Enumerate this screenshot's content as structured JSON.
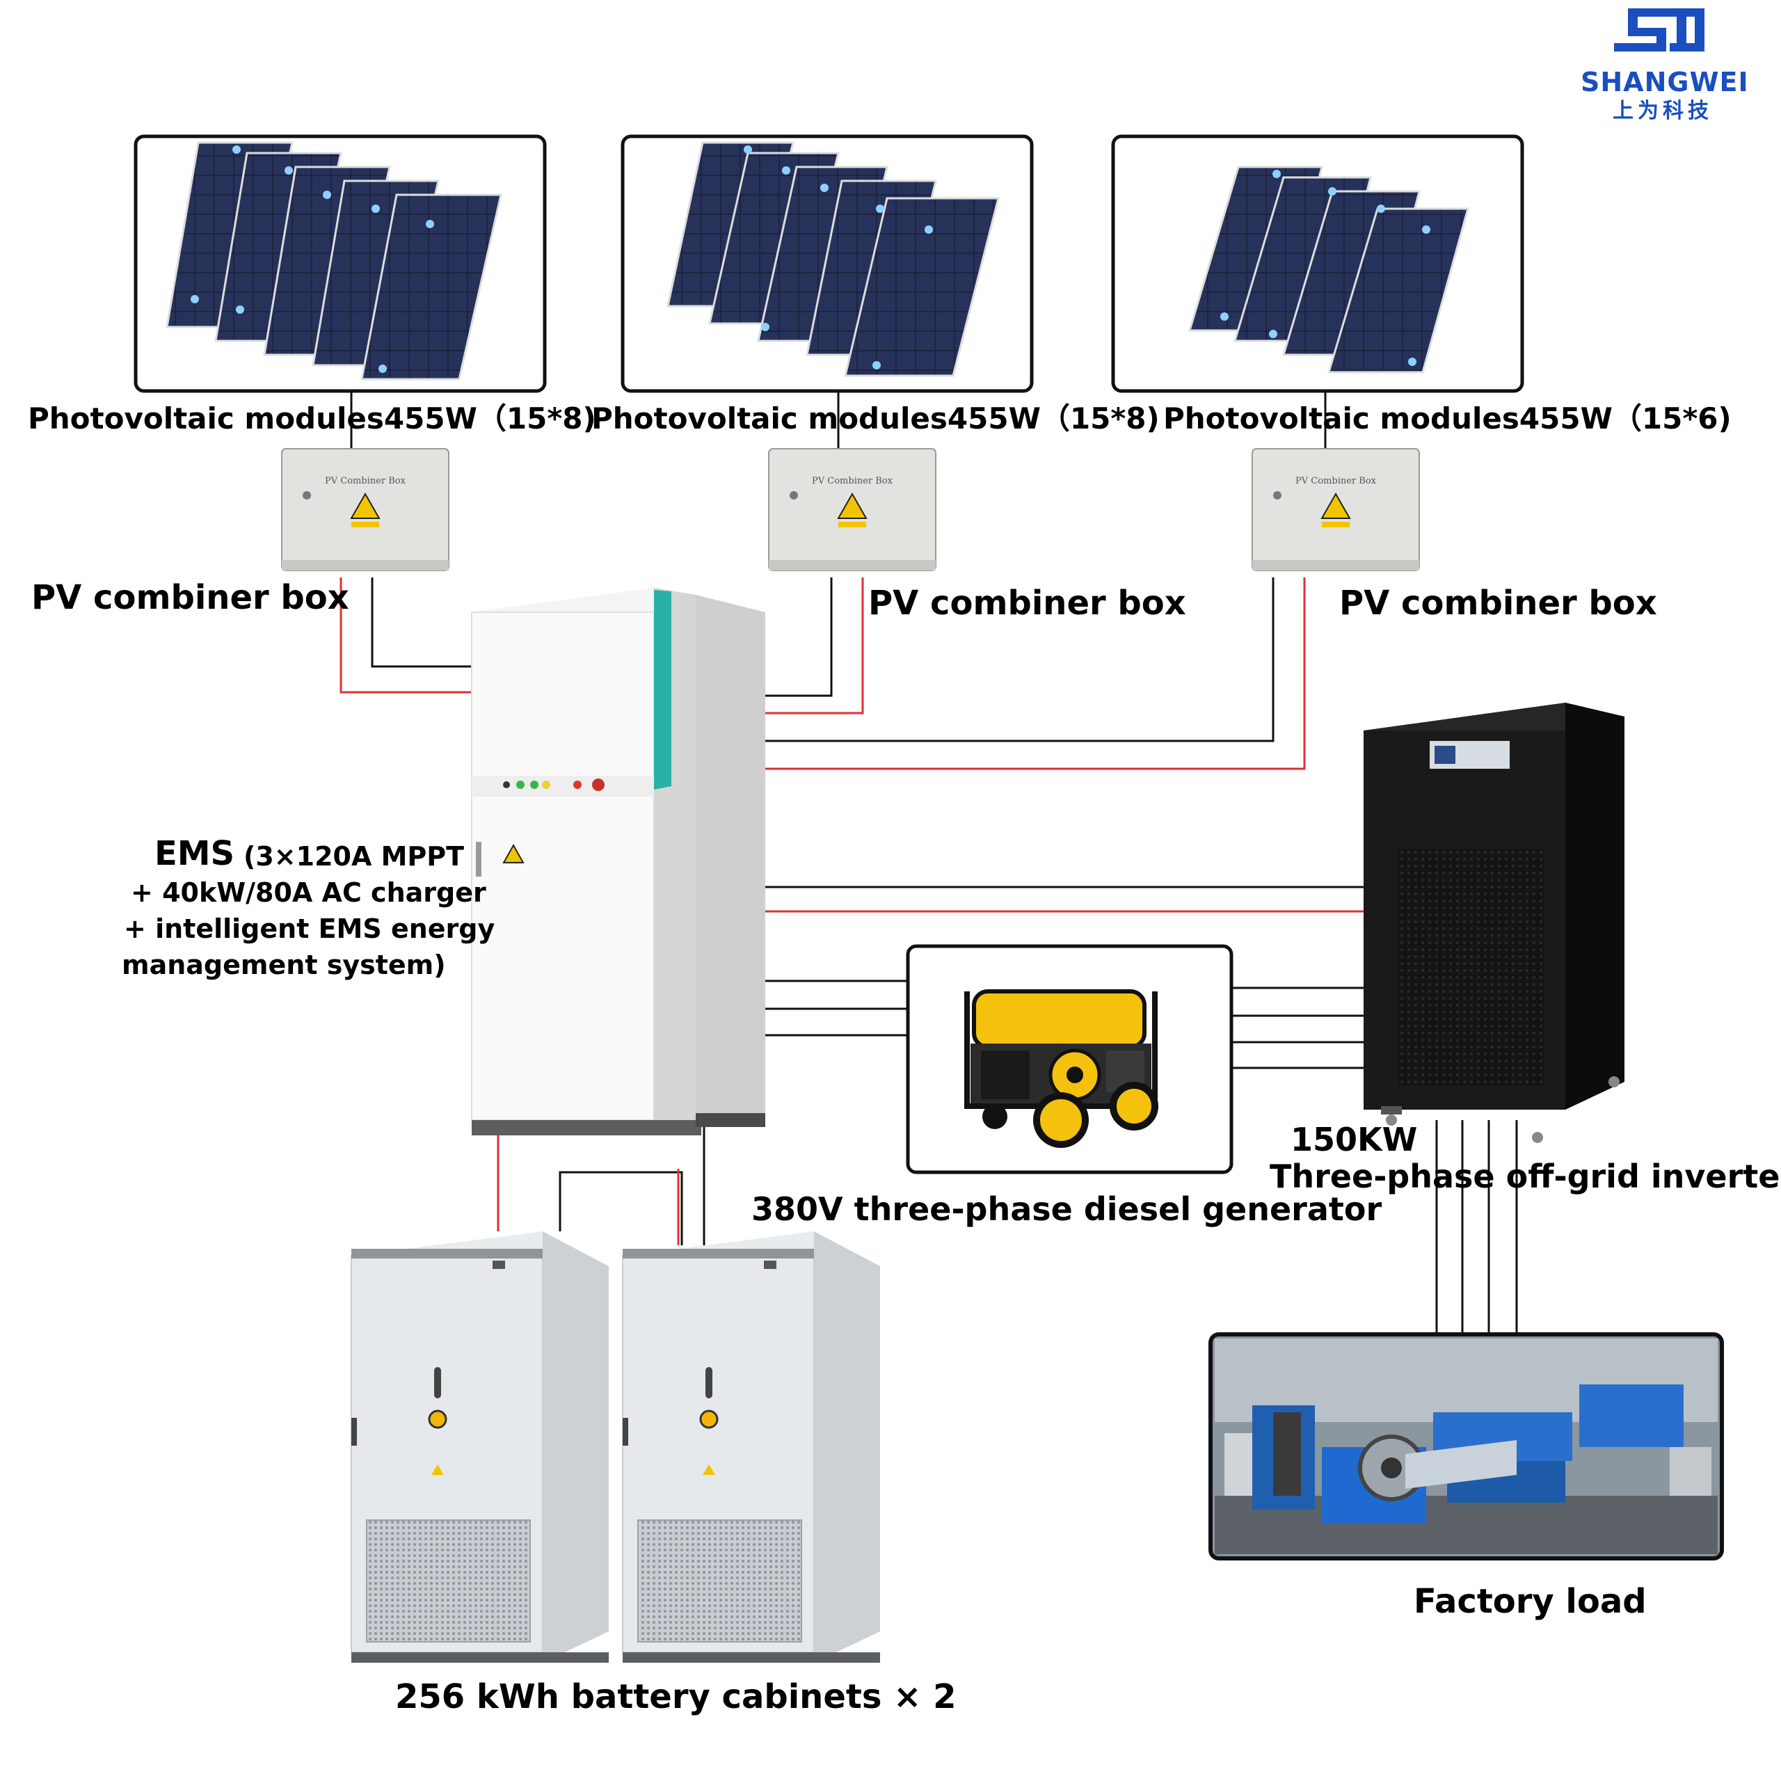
{
  "logo": {
    "brand_en": "SHANGWEI",
    "brand_cn": "上为科技",
    "color": "#1a4fbf"
  },
  "pv_arrays": [
    {
      "label": "Photovoltaic modules455W（15*8)"
    },
    {
      "label": "Photovoltaic modules455W（15*8)"
    },
    {
      "label": "Photovoltaic modules455W（15*6)"
    }
  ],
  "combiner_boxes": [
    {
      "label": "PV combiner box",
      "panel_text": "PV Combiner Box"
    },
    {
      "label": "PV combiner box",
      "panel_text": "PV Combiner Box"
    },
    {
      "label": "PV combiner box",
      "panel_text": "PV Combiner Box"
    }
  ],
  "ems": {
    "title": "EMS",
    "line1": "(3×120A MPPT",
    "line2": "+ 40kW/80A AC charger",
    "line3": "+ intelligent EMS energy",
    "line4": "management system)"
  },
  "generator": {
    "label": "380V three-phase diesel generator"
  },
  "inverter": {
    "power": "150KW",
    "label": "Three-phase off-grid inverter"
  },
  "load": {
    "label": "Factory load"
  },
  "battery": {
    "label": "256 kWh battery cabinets × 2"
  },
  "colors": {
    "dc_positive": "#e03030",
    "wire": "#111111",
    "accent_teal": "#2bb0a8"
  }
}
